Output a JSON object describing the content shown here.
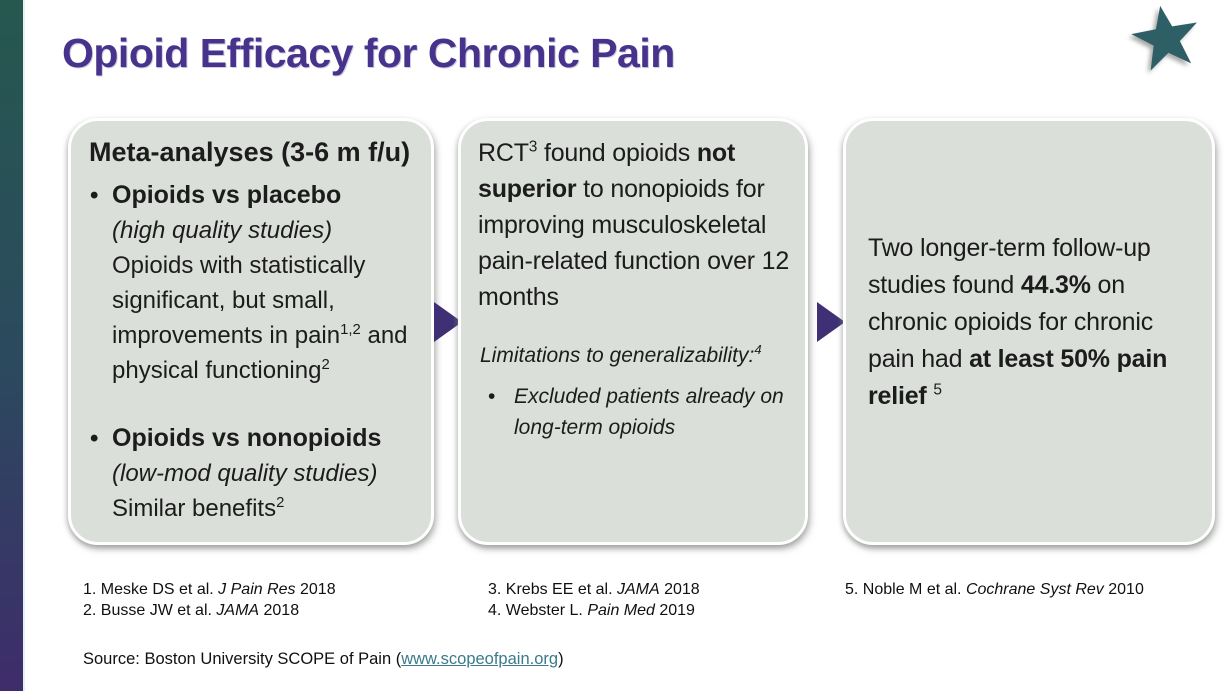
{
  "slide": {
    "title": "Opioid Efficacy for Chronic Pain"
  },
  "colors": {
    "title": "#47338C",
    "arrow": "#3F3076",
    "star": "#2E5F66",
    "card_bg": "#DBDFDA",
    "link": "#3A7B8B",
    "sidebar_top": "#26584F",
    "sidebar_mid": "#2B4A5E",
    "sidebar_bottom": "#3E2C6B"
  },
  "cards": {
    "meta": {
      "heading": "Meta-analyses (3-6 m f/u)",
      "bullets": [
        {
          "title": "Opioids vs placebo",
          "qualifier": "(high quality studies)",
          "body": [
            {
              "t": "Opioids with statistically significant, but small, improvements in pain"
            },
            {
              "t": "1,2",
              "sup": true
            },
            {
              "t": " and physical functioning"
            },
            {
              "t": "2",
              "sup": true
            }
          ]
        },
        {
          "title": "Opioids vs nonopioids",
          "qualifier": "(low-mod quality studies)",
          "body": [
            {
              "t": "Similar benefits"
            },
            {
              "t": "2",
              "sup": true
            }
          ]
        }
      ]
    },
    "rct": {
      "paragraph": [
        {
          "t": "RCT"
        },
        {
          "t": "3",
          "sup": true
        },
        {
          "t": " found opioids "
        },
        {
          "t": "not superior",
          "b": true
        },
        {
          "t": " to nonopioids for improving musculoskeletal pain-related function over 12 months"
        }
      ],
      "limitations_heading": [
        {
          "t": "Limitations to generalizability:"
        },
        {
          "t": "4",
          "sup": true
        }
      ],
      "limitations_bullet": "Excluded patients already on long-term opioids"
    },
    "followup": {
      "paragraph": [
        {
          "t": "Two longer-term follow-up studies found "
        },
        {
          "t": "44.3%",
          "b": true
        },
        {
          "t": " on chronic opioids for chronic pain had "
        },
        {
          "t": "at least 50% pain relief",
          "b": true
        },
        {
          "t": " "
        },
        {
          "t": "5",
          "sup": true
        }
      ]
    }
  },
  "footnotes": {
    "col1": [
      [
        {
          "t": "1. Meske DS et al. "
        },
        {
          "t": "J Pain Res",
          "i": true
        },
        {
          "t": " 2018"
        }
      ],
      [
        {
          "t": "2. Busse JW et al. "
        },
        {
          "t": "JAMA",
          "i": true
        },
        {
          "t": " 2018"
        }
      ]
    ],
    "col2": [
      [
        {
          "t": "3. Krebs EE et al. "
        },
        {
          "t": "JAMA",
          "i": true
        },
        {
          "t": " 2018"
        }
      ],
      [
        {
          "t": "4. Webster L. "
        },
        {
          "t": "Pain Med",
          "i": true
        },
        {
          "t": " 2019"
        }
      ]
    ],
    "col3": [
      [
        {
          "t": "5. Noble M et al. "
        },
        {
          "t": "Cochrane Syst Rev",
          "i": true
        },
        {
          "t": " 2010"
        }
      ]
    ]
  },
  "source": [
    {
      "t": "Source: Boston University SCOPE of Pain ("
    },
    {
      "t": "www.scopeofpain.org",
      "link": true,
      "name": "scopeofpain-link"
    },
    {
      "t": ")"
    }
  ]
}
